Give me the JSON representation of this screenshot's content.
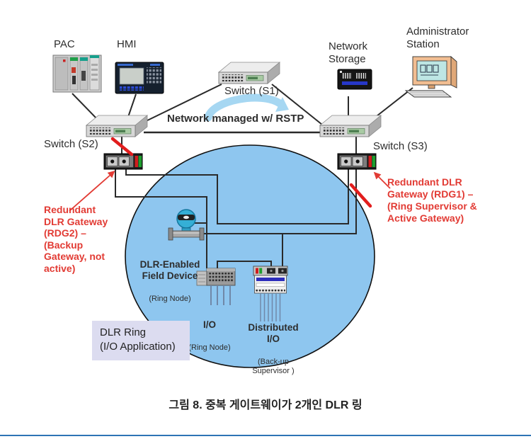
{
  "figure": {
    "caption": "그림 8. 중복 게이트웨이가 2개인 DLR 링"
  },
  "nodes": {
    "pac": "PAC",
    "hmi": "HMI",
    "switch_s1": "Switch (S1)",
    "switch_s2": "Switch (S2)",
    "switch_s3": "Switch (S3)",
    "network_storage": "Network\nStorage",
    "admin_station": "Administrator\nStation",
    "field_device": "DLR-Enabled\nField Device",
    "field_device_sub": "(Ring Node)",
    "io": "I/O",
    "io_sub": "(Ring Node)",
    "distributed_io": "Distributed\nI/O",
    "distributed_io_sub": "(Back-up\nSupervisor )"
  },
  "annotations": {
    "rstp": "Network managed w/ RSTP",
    "rdg2": "Redundant\nDLR Gateway\n(RDG2) –\n(Backup\nGateway, not\nactive)",
    "rdg1": "Redundant DLR\nGateway (RDG1) –\n(Ring Supervisor &\nActive Gateway)",
    "ring_box": "DLR Ring\n(I/O Application)"
  },
  "colors": {
    "red": "#e23b34",
    "ring_fill": "#8ec6ef",
    "line": "#2a2a2a",
    "arrow_blue": "#a6d7f2",
    "label": "#2d2d2d",
    "box_bg": "#dcdcf0",
    "bottom_rule": "#2e74b5"
  }
}
